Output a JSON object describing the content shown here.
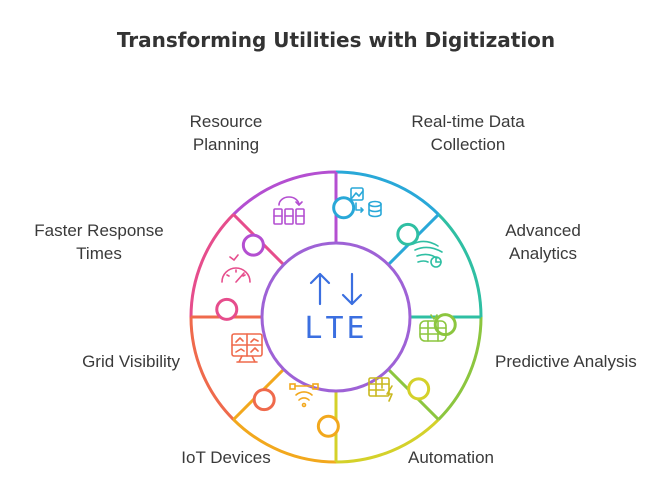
{
  "title": "Transforming Utilities with Digitization",
  "center": {
    "text": "LTE",
    "icon": "up-down-arrows-icon"
  },
  "segments": [
    {
      "key": "realtime",
      "lines": [
        "Real-time Data",
        "Collection"
      ],
      "color": "#29a8d8",
      "icon": "image-database-icon"
    },
    {
      "key": "analytics",
      "lines": [
        "Advanced",
        "Analytics"
      ],
      "color": "#2fbfa3",
      "icon": "wind-chart-icon"
    },
    {
      "key": "predictive",
      "lines": [
        "Predictive Analysis"
      ],
      "color": "#8cc63f",
      "icon": "archive-icon"
    },
    {
      "key": "automation",
      "lines": [
        "Automation"
      ],
      "color": "#d4d12a",
      "icon": "table-bolt-icon"
    },
    {
      "key": "iot",
      "lines": [
        "IoT Devices"
      ],
      "color": "#f2a81d",
      "icon": "wifi-nodes-icon"
    },
    {
      "key": "grid",
      "lines": [
        "Grid Visibility"
      ],
      "color": "#ef6a4c",
      "icon": "monitor-chart-icon"
    },
    {
      "key": "response",
      "lines": [
        "Faster Response",
        "Times"
      ],
      "color": "#e64d8c",
      "icon": "gauge-icon"
    },
    {
      "key": "planning",
      "lines": [
        "Resource",
        "Planning"
      ],
      "color": "#b44fd1",
      "icon": "calendar-cycle-icon"
    }
  ]
}
